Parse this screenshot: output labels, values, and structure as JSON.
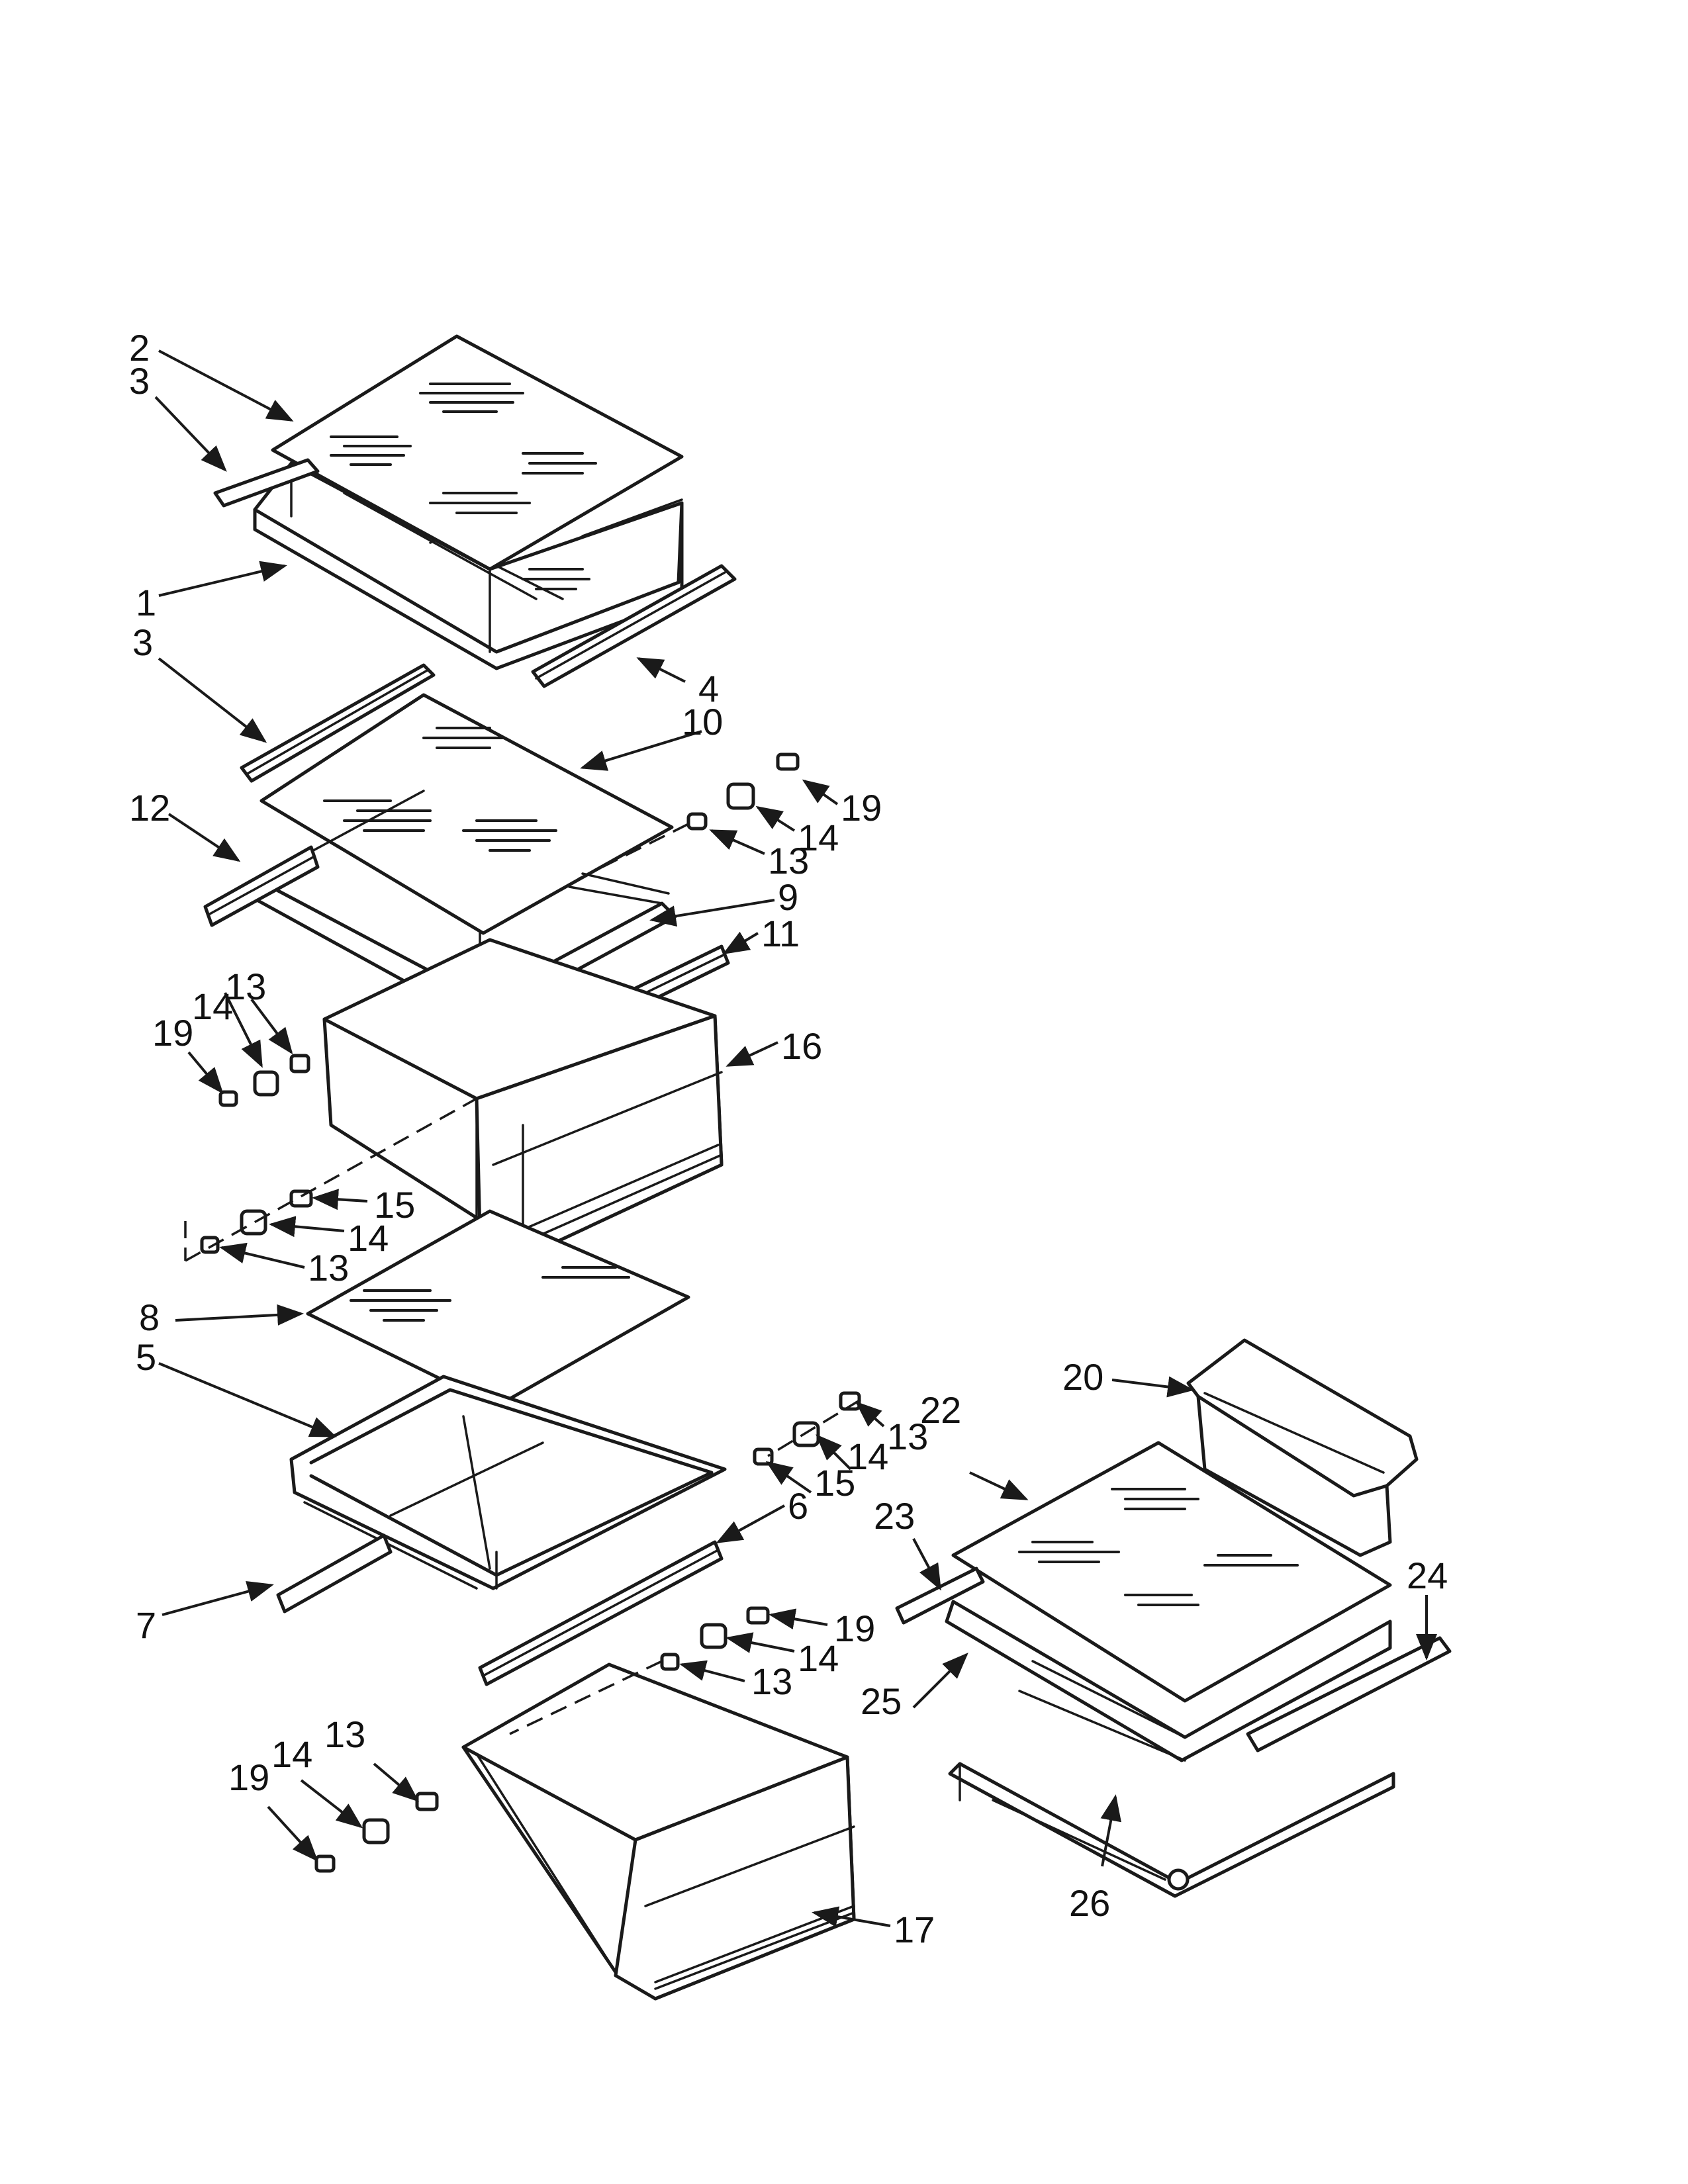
{
  "callouts": [
    {
      "id": "c2",
      "text": "2"
    },
    {
      "id": "c3a",
      "text": "3"
    },
    {
      "id": "c1",
      "text": "1"
    },
    {
      "id": "c3b",
      "text": "3"
    },
    {
      "id": "c4",
      "text": "4"
    },
    {
      "id": "c10",
      "text": "10"
    },
    {
      "id": "c12",
      "text": "12"
    },
    {
      "id": "c19a",
      "text": "19"
    },
    {
      "id": "c14a",
      "text": "14"
    },
    {
      "id": "c13a",
      "text": "13"
    },
    {
      "id": "c9",
      "text": "9"
    },
    {
      "id": "c11",
      "text": "11"
    },
    {
      "id": "c19b",
      "text": "19"
    },
    {
      "id": "c14b",
      "text": "14"
    },
    {
      "id": "c13b",
      "text": "13"
    },
    {
      "id": "c16",
      "text": "16"
    },
    {
      "id": "c15a",
      "text": "15"
    },
    {
      "id": "c14c",
      "text": "14"
    },
    {
      "id": "c13c",
      "text": "13"
    },
    {
      "id": "c8",
      "text": "8"
    },
    {
      "id": "c5",
      "text": "5"
    },
    {
      "id": "c13d",
      "text": "13"
    },
    {
      "id": "c14d",
      "text": "14"
    },
    {
      "id": "c15b",
      "text": "15"
    },
    {
      "id": "c6",
      "text": "6"
    },
    {
      "id": "c7",
      "text": "7"
    },
    {
      "id": "c19c",
      "text": "19"
    },
    {
      "id": "c14e",
      "text": "14"
    },
    {
      "id": "c13e",
      "text": "13"
    },
    {
      "id": "c13f",
      "text": "13"
    },
    {
      "id": "c14f",
      "text": "14"
    },
    {
      "id": "c19d",
      "text": "19"
    },
    {
      "id": "c17",
      "text": "17"
    },
    {
      "id": "c20",
      "text": "20"
    },
    {
      "id": "c22",
      "text": "22"
    },
    {
      "id": "c23",
      "text": "23"
    },
    {
      "id": "c24",
      "text": "24"
    },
    {
      "id": "c25",
      "text": "25"
    },
    {
      "id": "c26",
      "text": "26"
    }
  ]
}
